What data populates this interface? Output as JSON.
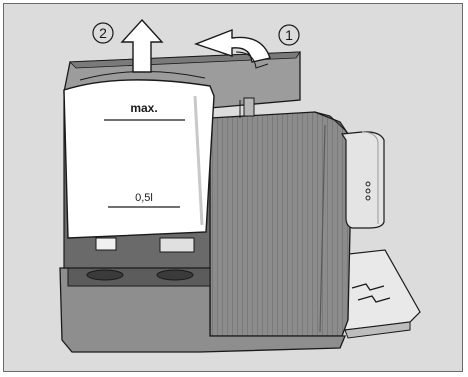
{
  "illustration": {
    "subject": "coffee-machine-water-tank-removal",
    "steps": [
      {
        "number": "1",
        "glyph": "①",
        "icon": "curved-arrow-open-lid"
      },
      {
        "number": "2",
        "glyph": "②",
        "icon": "arrow-up-lift-tank"
      }
    ],
    "tank": {
      "max_label": "max.",
      "level_label": "0,5l"
    },
    "colors": {
      "background": "#dcdcdc",
      "body_gray": "#8e8e8e",
      "lid_gray": "#9c9c9c",
      "dark_gray": "#5a5a5a",
      "tank_white": "#ffffff",
      "outline": "#1a1a1a"
    }
  }
}
